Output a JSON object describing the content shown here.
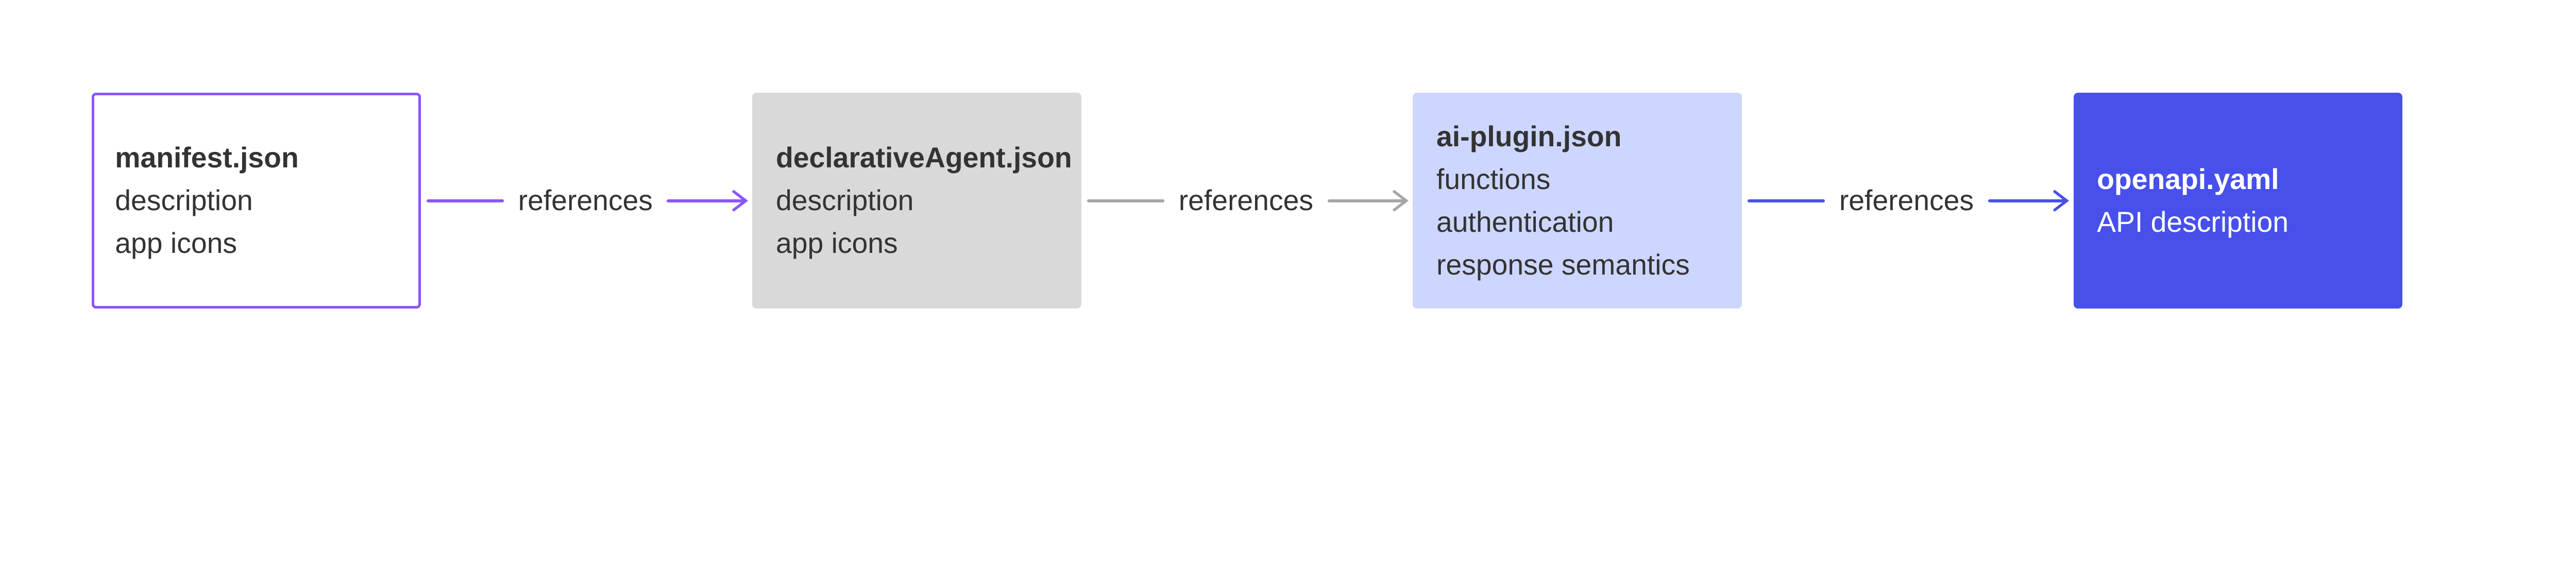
{
  "nodes": [
    {
      "title": "manifest.json",
      "lines": [
        "description",
        "app icons"
      ],
      "color": "#8B55FF"
    },
    {
      "title": "declarativeAgent.json",
      "lines": [
        "description",
        "app icons"
      ],
      "color": "#D9D9D9"
    },
    {
      "title": "ai-plugin.json",
      "lines": [
        "functions",
        "authentication",
        "response semantics"
      ],
      "color": "#CDD6FE"
    },
    {
      "title": "openapi.yaml",
      "lines": [
        "API description"
      ],
      "color": "#4750EB"
    }
  ],
  "edges": [
    {
      "label": "references",
      "color": "#8B55FF"
    },
    {
      "label": "references",
      "color": "#A6A6A6"
    },
    {
      "label": "references",
      "color": "#4750EB"
    }
  ]
}
